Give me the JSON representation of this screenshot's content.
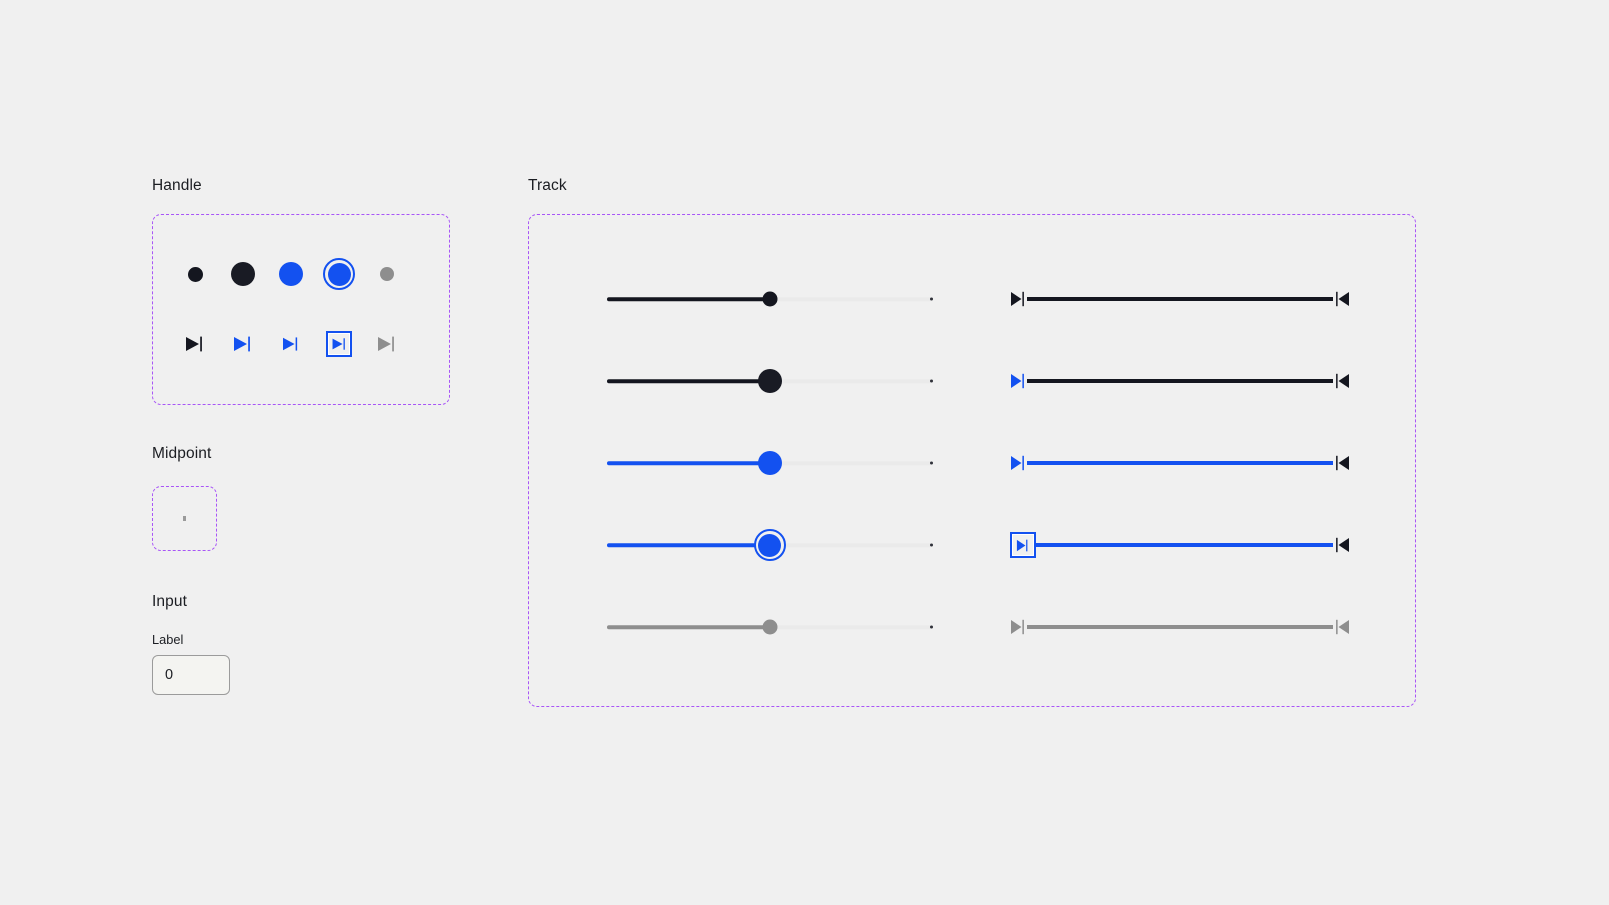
{
  "page": {
    "background": "#f0f0f0",
    "accent_blue": "#1351f0",
    "ink": "#14161f",
    "disabled_gray": "#8e8e8e",
    "rail_gray": "#eaeaea",
    "spec_outline": "#a855f7"
  },
  "sections": {
    "handle": {
      "title": "Handle",
      "circles": [
        {
          "name": "handle-circle-default",
          "state": "default",
          "color": "#14161f",
          "size": 15
        },
        {
          "name": "handle-circle-hover",
          "state": "hover",
          "color": "#191b24",
          "size": 24
        },
        {
          "name": "handle-circle-active",
          "state": "active",
          "color": "#1351f0",
          "size": 24
        },
        {
          "name": "handle-circle-focus",
          "state": "focus",
          "color": "#1351f0",
          "size": 24
        },
        {
          "name": "handle-circle-disabled",
          "state": "disabled",
          "color": "#8e8e8e",
          "size": 14
        }
      ],
      "arrows": [
        {
          "name": "handle-arrow-default",
          "state": "default",
          "color": "#14161f"
        },
        {
          "name": "handle-arrow-hover",
          "state": "hover",
          "color": "#1351f0"
        },
        {
          "name": "handle-arrow-active",
          "state": "active",
          "color": "#1351f0"
        },
        {
          "name": "handle-arrow-focus",
          "state": "focus",
          "color": "#1351f0"
        },
        {
          "name": "handle-arrow-disabled",
          "state": "disabled",
          "color": "#8e8e8e"
        }
      ]
    },
    "midpoint": {
      "title": "Midpoint",
      "dot_color": "#9a9a9a"
    },
    "input": {
      "title": "Input",
      "field_label": "Label",
      "value": "0",
      "placeholder": "0"
    },
    "track": {
      "title": "Track",
      "sliders": [
        {
          "name": "slider-default",
          "state": "default",
          "fill": "#14161f",
          "knob": "#14161f",
          "knob_size": 15,
          "value_pct": 50
        },
        {
          "name": "slider-hover",
          "state": "hover",
          "fill": "#14161f",
          "knob": "#191b24",
          "knob_size": 24,
          "value_pct": 50
        },
        {
          "name": "slider-active",
          "state": "active",
          "fill": "#1351f0",
          "knob": "#1351f0",
          "knob_size": 24,
          "value_pct": 50
        },
        {
          "name": "slider-focus",
          "state": "focus",
          "fill": "#1351f0",
          "knob": "#1351f0",
          "knob_size": 24,
          "value_pct": 50
        },
        {
          "name": "slider-disabled",
          "state": "disabled",
          "fill": "#8e8e8e",
          "knob": "#8e8e8e",
          "knob_size": 15,
          "value_pct": 50
        }
      ],
      "ranges": [
        {
          "name": "range-default",
          "state": "default",
          "bar": "#14161f",
          "left_cap": "#14161f",
          "right_cap": "#14161f"
        },
        {
          "name": "range-hover",
          "state": "hover",
          "bar": "#14161f",
          "left_cap": "#1351f0",
          "right_cap": "#14161f"
        },
        {
          "name": "range-active",
          "state": "active",
          "bar": "#1351f0",
          "left_cap": "#1351f0",
          "right_cap": "#14161f"
        },
        {
          "name": "range-focus",
          "state": "focus",
          "bar": "#1351f0",
          "left_cap": "#1351f0",
          "right_cap": "#14161f"
        },
        {
          "name": "range-disabled",
          "state": "disabled",
          "bar": "#8e8e8e",
          "left_cap": "#8e8e8e",
          "right_cap": "#8e8e8e"
        }
      ]
    }
  }
}
